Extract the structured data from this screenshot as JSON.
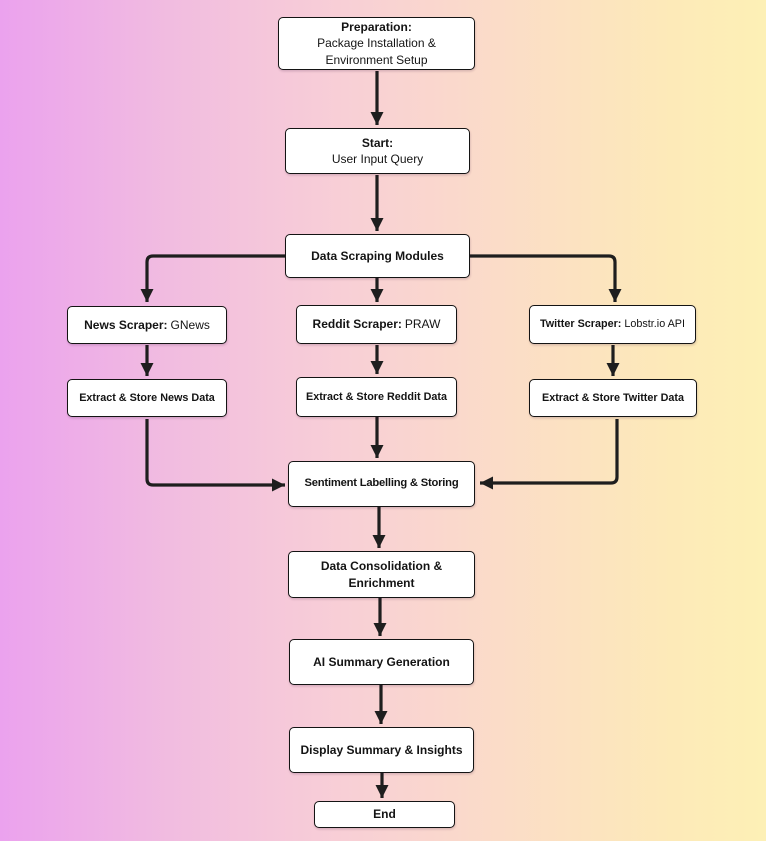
{
  "diagram_title": "Sentiment analysis pipeline flowchart",
  "colors": {
    "background_gradient_left": "#eba2ee",
    "background_gradient_mid": "#f8cfd6",
    "background_gradient_right": "#fdf0b6",
    "node_background": "#ffffff",
    "node_border": "#141414",
    "node_text": "#141414",
    "arrow": "#1e1e1e"
  },
  "nodes": {
    "preparation": {
      "title": "Preparation:",
      "body": "Package Installation & Environment Setup"
    },
    "start": {
      "title": "Start:",
      "body": "User Input Query"
    },
    "scraping": {
      "label": "Data Scraping Modules"
    },
    "news_scraper": {
      "prefix": "News Scraper:",
      "value": "GNews"
    },
    "reddit_scraper": {
      "prefix": "Reddit Scraper:",
      "value": "PRAW"
    },
    "twitter_scraper": {
      "prefix": "Twitter Scraper:",
      "value": "Lobstr.io API"
    },
    "extract_news": {
      "label": "Extract & Store News Data"
    },
    "extract_reddit": {
      "label": "Extract & Store Reddit Data"
    },
    "extract_twitter": {
      "label": "Extract & Store Twitter Data"
    },
    "sentiment": {
      "label": "Sentiment Labelling & Storing"
    },
    "consolidation": {
      "label": "Data Consolidation & Enrichment"
    },
    "ai_summary": {
      "label": "AI Summary Generation"
    },
    "display_summary": {
      "label": "Display Summary & Insights"
    },
    "end": {
      "label": "End"
    }
  },
  "edges": [
    {
      "from": "preparation",
      "to": "start"
    },
    {
      "from": "start",
      "to": "scraping"
    },
    {
      "from": "scraping",
      "to": "news_scraper"
    },
    {
      "from": "scraping",
      "to": "reddit_scraper"
    },
    {
      "from": "scraping",
      "to": "twitter_scraper"
    },
    {
      "from": "news_scraper",
      "to": "extract_news"
    },
    {
      "from": "reddit_scraper",
      "to": "extract_reddit"
    },
    {
      "from": "twitter_scraper",
      "to": "extract_twitter"
    },
    {
      "from": "extract_news",
      "to": "sentiment"
    },
    {
      "from": "extract_reddit",
      "to": "sentiment"
    },
    {
      "from": "extract_twitter",
      "to": "sentiment"
    },
    {
      "from": "sentiment",
      "to": "consolidation"
    },
    {
      "from": "consolidation",
      "to": "ai_summary"
    },
    {
      "from": "ai_summary",
      "to": "display_summary"
    },
    {
      "from": "display_summary",
      "to": "end"
    }
  ]
}
